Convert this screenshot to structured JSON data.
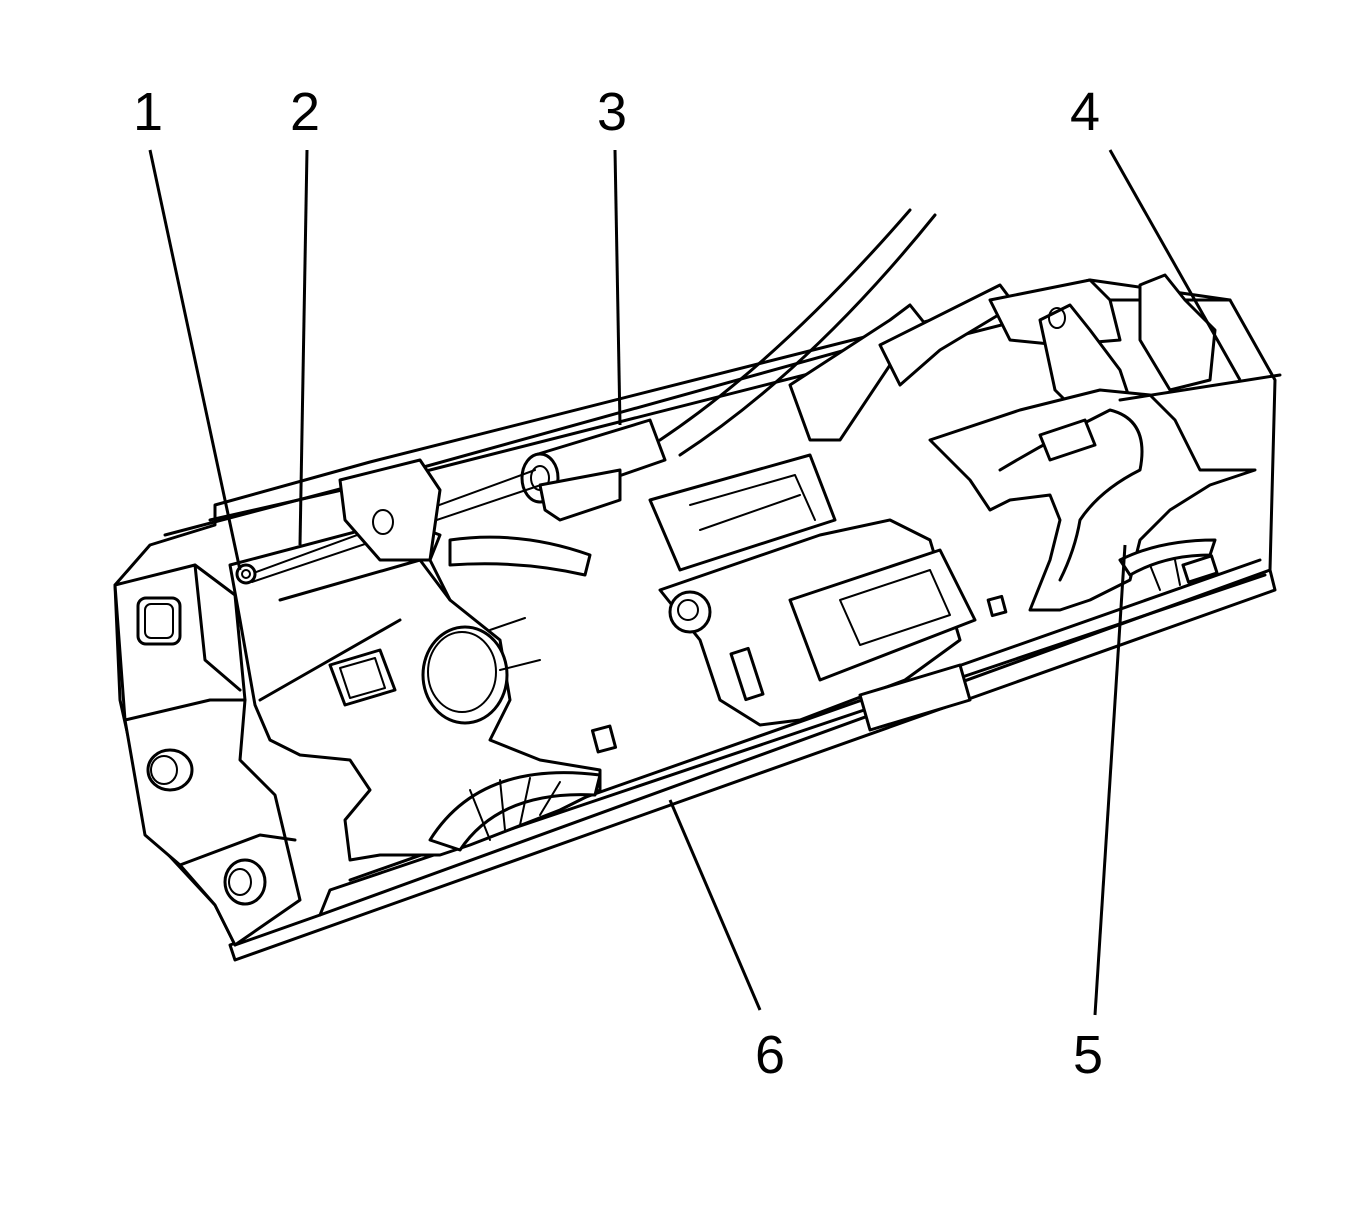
{
  "figure": {
    "callouts": [
      {
        "id": "c1",
        "label": "1"
      },
      {
        "id": "c2",
        "label": "2"
      },
      {
        "id": "c3",
        "label": "3"
      },
      {
        "id": "c4",
        "label": "4"
      },
      {
        "id": "c5",
        "label": "5"
      },
      {
        "id": "c6",
        "label": "6"
      }
    ]
  }
}
